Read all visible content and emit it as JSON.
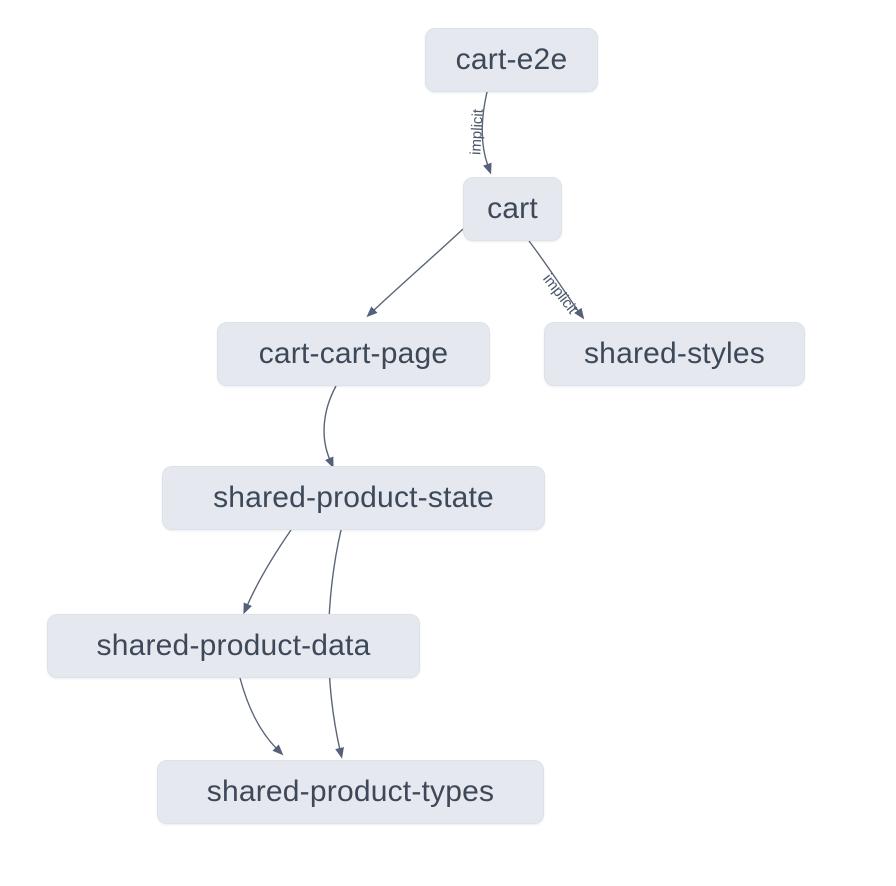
{
  "graph": {
    "nodes": [
      {
        "id": "cart-e2e",
        "label": "cart-e2e"
      },
      {
        "id": "cart",
        "label": "cart"
      },
      {
        "id": "cart-cart-page",
        "label": "cart-cart-page"
      },
      {
        "id": "shared-styles",
        "label": "shared-styles"
      },
      {
        "id": "shared-product-state",
        "label": "shared-product-state"
      },
      {
        "id": "shared-product-data",
        "label": "shared-product-data"
      },
      {
        "id": "shared-product-types",
        "label": "shared-product-types"
      }
    ],
    "edges": [
      {
        "from": "cart-e2e",
        "to": "cart",
        "label": "implicit"
      },
      {
        "from": "cart",
        "to": "cart-cart-page",
        "label": ""
      },
      {
        "from": "cart",
        "to": "shared-styles",
        "label": "implicit"
      },
      {
        "from": "cart-cart-page",
        "to": "shared-product-state",
        "label": ""
      },
      {
        "from": "shared-product-state",
        "to": "shared-product-data",
        "label": ""
      },
      {
        "from": "shared-product-state",
        "to": "shared-product-types",
        "label": ""
      },
      {
        "from": "shared-product-data",
        "to": "shared-product-types",
        "label": ""
      }
    ],
    "colors": {
      "background": "#ffffff",
      "node_fill": "#e5e8ee",
      "node_border": "#dde2ea",
      "node_text": "#3d4859",
      "edge_stroke": "#5b6578",
      "edge_label_text": "#4c566a"
    }
  }
}
